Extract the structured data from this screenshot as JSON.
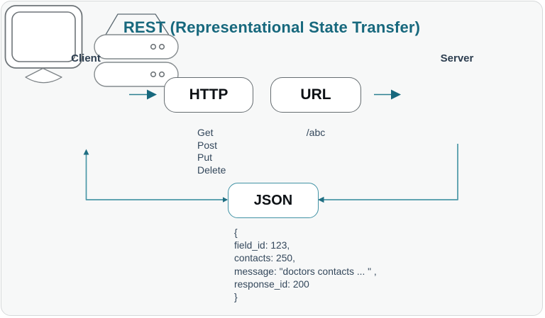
{
  "title": "REST (Representational State Transfer)",
  "client": {
    "label": "Client"
  },
  "server": {
    "label": "Server"
  },
  "boxes": {
    "http": "HTTP",
    "url": "URL",
    "json": "JSON"
  },
  "http_methods": [
    "Get",
    "Post",
    "Put",
    "Delete"
  ],
  "url_example": "/abc",
  "json_payload": {
    "lines": [
      "{",
      "field_id: 123,",
      "contacts: 250,",
      "message: \"doctors contacts ... \" ,",
      "response_id: 200",
      "}"
    ]
  },
  "colors": {
    "title_teal": "#17687d",
    "arrow_line_teal": "#2b7f91",
    "arrowhead_teal": "#17687d",
    "connector_teal": "#4b98a7",
    "json_border_teal": "#4293a5",
    "text_navy": "#33475b",
    "label_navy": "#2d3e50",
    "box_text": "#0d1115",
    "shape_border_gray": "#71787c",
    "background": "#f7f8f8",
    "frame_border": "#d7d9da"
  }
}
